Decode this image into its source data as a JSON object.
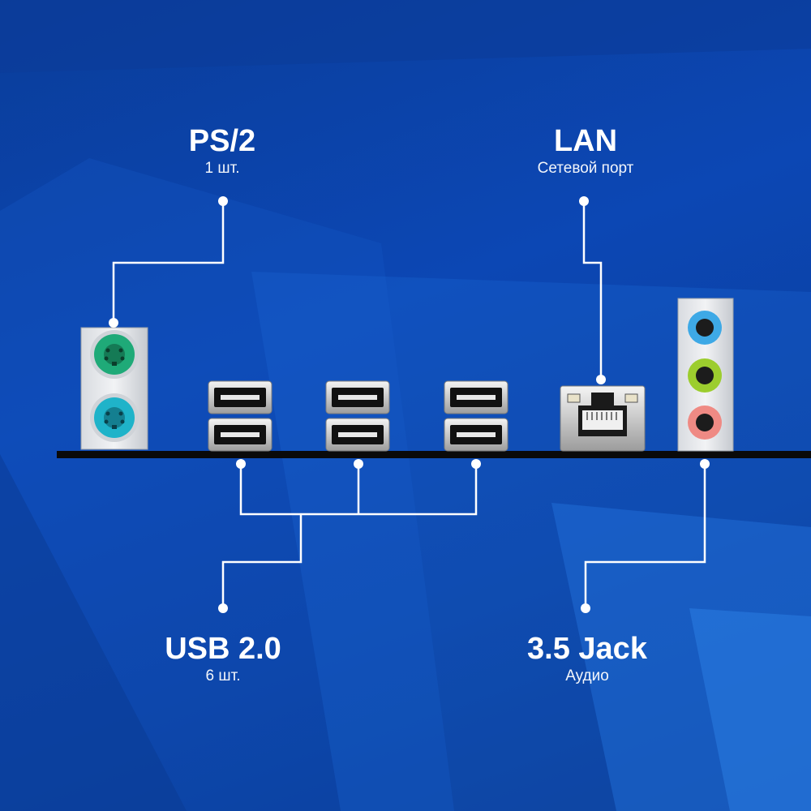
{
  "colors": {
    "background": "#0c47b4",
    "line": "#ffffff",
    "ps2_keyboard": "#1faa78",
    "ps2_mouse": "#1fb3c9",
    "audio_line_in": "#3ea9e6",
    "audio_line_out": "#9ccd2e",
    "audio_mic": "#ef8a84"
  },
  "labels": {
    "ps2": {
      "title": "PS/2",
      "subtitle": "1 шт."
    },
    "lan": {
      "title": "LAN",
      "subtitle": "Сетевой порт"
    },
    "usb": {
      "title": "USB 2.0",
      "subtitle": "6 шт."
    },
    "jack": {
      "title": "3.5 Jack",
      "subtitle": "Аудио"
    }
  },
  "icons": {
    "ps2": "ps2-port-icon",
    "usb": "usb-port-icon",
    "lan": "rj45-port-icon",
    "audio": "audio-jack-icon"
  }
}
